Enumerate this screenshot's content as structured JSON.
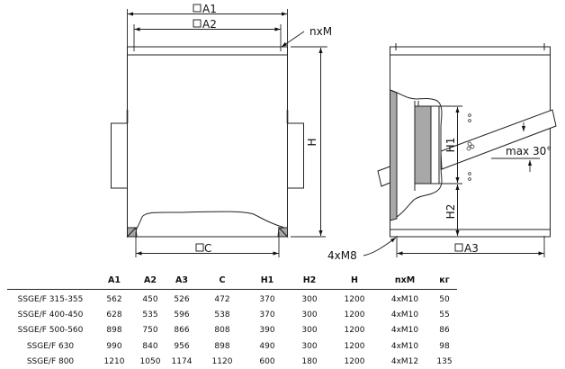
{
  "drawing": {
    "front_view": {
      "dimensions": {
        "outer_width": "A1",
        "flange_width": "A2",
        "height": "H",
        "base_width": "C"
      },
      "callouts": {
        "flange_bolts": "nxM"
      },
      "square_symbol": "□"
    },
    "side_view": {
      "dimensions": {
        "base_width": "A3",
        "inlet_height_1": "H1",
        "inlet_height_2": "H2"
      },
      "callouts": {
        "base_bolts": "4xM8",
        "angle": "max 30°"
      }
    },
    "line_color": "#222222",
    "fill_gray": "#a8a8a8"
  },
  "table": {
    "headers": {
      "model": "",
      "a1": "A1",
      "a2": "A2",
      "a3": "A3",
      "c": "C",
      "h1": "H1",
      "h2": "H2",
      "h": "H",
      "nxm": "nxM",
      "kg": "кг"
    },
    "rows": [
      {
        "model": "SSGE/F 315-355",
        "a1": "562",
        "a2": "450",
        "a3": "526",
        "c": "472",
        "h1": "370",
        "h2": "300",
        "h": "1200",
        "nxm": "4xM10",
        "kg": "50"
      },
      {
        "model": "SSGE/F 400-450",
        "a1": "628",
        "a2": "535",
        "a3": "596",
        "c": "538",
        "h1": "370",
        "h2": "300",
        "h": "1200",
        "nxm": "4xM10",
        "kg": "55"
      },
      {
        "model": "SSGE/F 500-560",
        "a1": "898",
        "a2": "750",
        "a3": "866",
        "c": "808",
        "h1": "390",
        "h2": "300",
        "h": "1200",
        "nxm": "4xM10",
        "kg": "86"
      },
      {
        "model": "SSGE/F 630",
        "a1": "990",
        "a2": "840",
        "a3": "956",
        "c": "898",
        "h1": "490",
        "h2": "300",
        "h": "1200",
        "nxm": "4xM10",
        "kg": "98"
      },
      {
        "model": "SSGE/F 800",
        "a1": "1210",
        "a2": "1050",
        "a3": "1174",
        "c": "1120",
        "h1": "600",
        "h2": "180",
        "h": "1200",
        "nxm": "4xM12",
        "kg": "135"
      }
    ]
  }
}
